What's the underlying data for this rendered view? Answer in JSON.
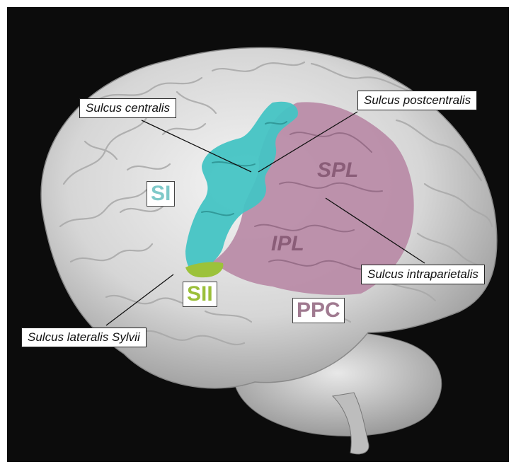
{
  "labels": {
    "sulcus_centralis": "Sulcus centralis",
    "sulcus_postcentralis": "Sulcus postcentralis",
    "sulcus_intraparietalis": "Sulcus intraparietalis",
    "sulcus_lateralis": "Sulcus lateralis Sylvii"
  },
  "regions": {
    "si": "SI",
    "sii": "SII",
    "ppc": "PPC",
    "spl": "SPL",
    "ipl": "IPL"
  },
  "colors": {
    "background": "#0c0c0c",
    "brain": "#dcdcdc",
    "si_cyan": "#44c4c4",
    "ppc_pink": "#b98aa6",
    "sii_green": "#9cc23a",
    "tag_si_text": "#7fc9c9",
    "tag_sii_text": "#9bbf3a",
    "tag_ppc_text": "#a07a90"
  }
}
